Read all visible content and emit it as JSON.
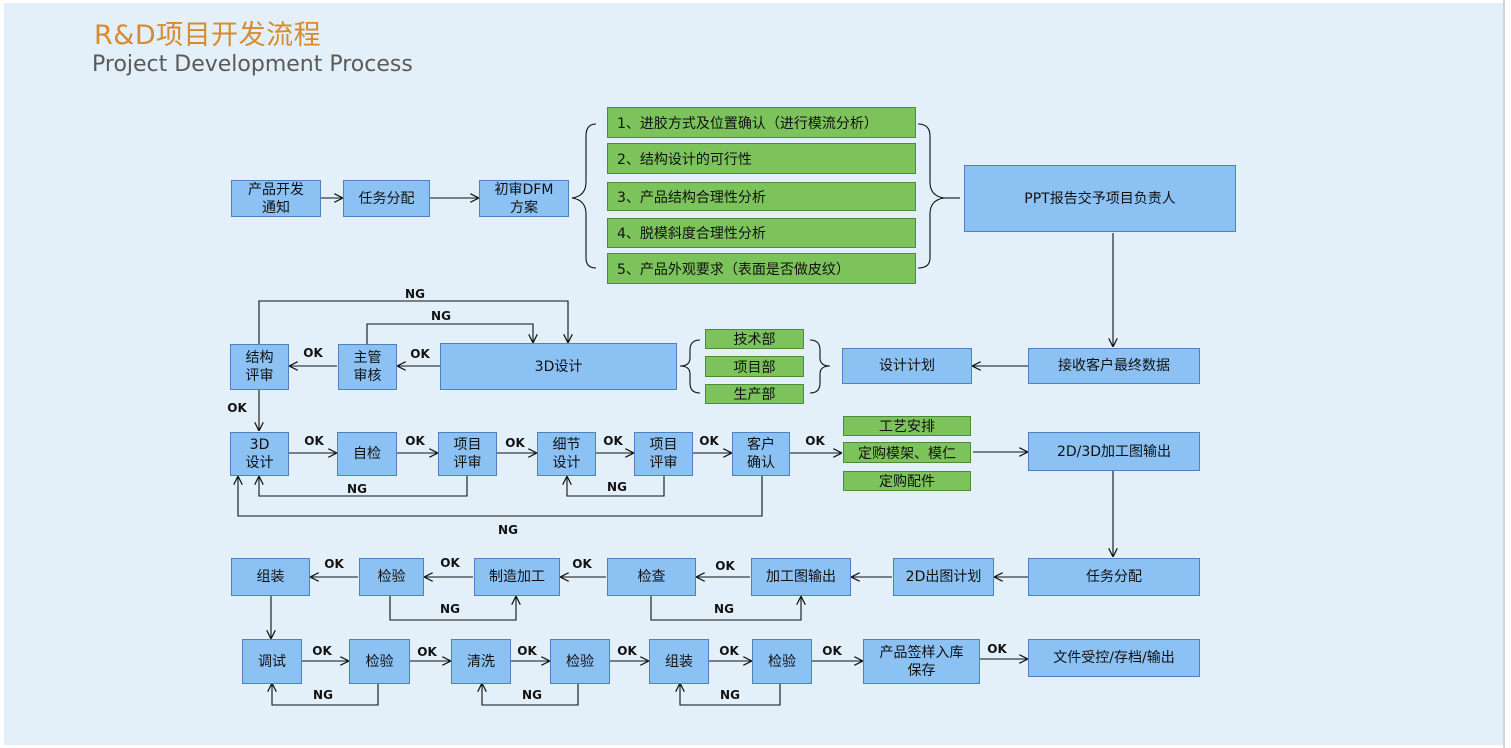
{
  "title": {
    "zh": "R&D项目开发流程",
    "en": "Project Development Process"
  },
  "top_row": {
    "notify": "产品开发\n通知",
    "assign": "任务分配",
    "dfm": "初审DFM\n方案",
    "items": [
      "1、进胶方式及位置确认（进行模流分析）",
      "2、结构设计的可行性",
      "3、产品结构合理性分析",
      "4、脱模斜度合理性分析",
      "5、产品外观要求（表面是否做皮纹）"
    ],
    "ppt": "PPT报告交予项目负责人"
  },
  "row2": {
    "struct_review": "结构\n评审",
    "manager_review": "主管\n审核",
    "design_3d": "3D设计",
    "departments": [
      "技术部",
      "项目部",
      "生产部"
    ],
    "design_plan": "设计计划",
    "receive_data": "接收客户最终数据"
  },
  "row3": {
    "design_3d": "3D\n设计",
    "self_check": "自检",
    "project_review_1": "项目\n评审",
    "detail_design": "细节\n设计",
    "project_review_2": "项目\n评审",
    "customer_confirm": "客户\n确认",
    "tasks": [
      "工艺安排",
      "定购模架、模仁",
      "定购配件"
    ],
    "drawing_output": "2D/3D加工图输出"
  },
  "row4": {
    "assembly": "组装",
    "inspection": "检验",
    "manufacturing": "制造加工",
    "check": "检查",
    "drawing_out": "加工图输出",
    "drawing_plan": "2D出图计划",
    "task_assign": "任务分配"
  },
  "row5": {
    "debug": "调试",
    "inspection_1": "检验",
    "cleaning": "清洗",
    "inspection_2": "检验",
    "assembly": "组装",
    "inspection_3": "检验",
    "sample_storage": "产品签样入库\n保存",
    "doc_control": "文件受控/存档/输出"
  },
  "labels": {
    "ok": "OK",
    "ng": "NG"
  },
  "colors": {
    "box_fill": "#8cc1f3",
    "box_border": "#4f81bd",
    "green_fill": "#7cc35c",
    "title_orange": "#d98a2b",
    "background": "#e3eff9"
  }
}
